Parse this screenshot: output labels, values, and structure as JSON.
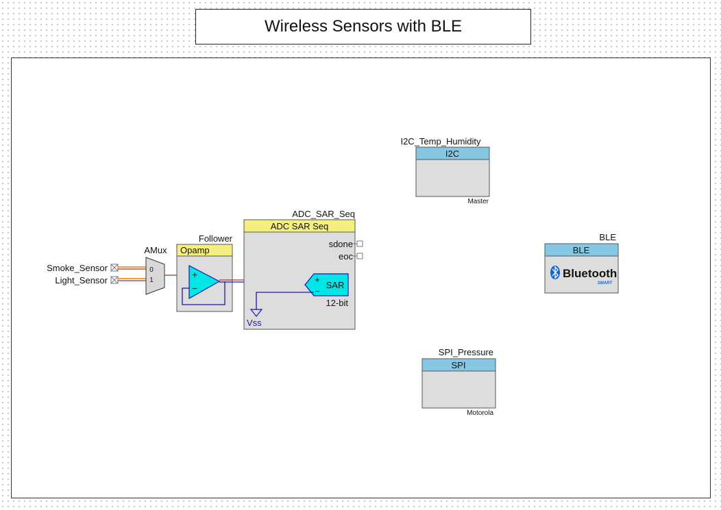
{
  "title": "Wireless Sensors with BLE",
  "pins": {
    "smoke": "Smoke_Sensor",
    "light": "Light_Sensor"
  },
  "amux": {
    "name": "AMux",
    "in0": "0",
    "in1": "1"
  },
  "opamp": {
    "instance": "Follower",
    "type": "Opamp",
    "plus": "+",
    "minus": "−"
  },
  "adc": {
    "instance": "ADC_SAR_Seq",
    "type": "ADC SAR Seq",
    "sdone": "sdone",
    "eoc": "eoc",
    "sar": "SAR",
    "bits": "12-bit",
    "vss": "Vss",
    "plus": "+",
    "minus": "−"
  },
  "i2c": {
    "instance": "I2C_Temp_Humidity",
    "type": "I2C",
    "mode": "Master"
  },
  "ble": {
    "instance": "BLE",
    "type": "BLE",
    "logo_text": "Bluetooth",
    "logo_sub": "SMART"
  },
  "spi": {
    "instance": "SPI_Pressure",
    "type": "SPI",
    "mode": "Motorola"
  },
  "colors": {
    "header_yellow": "#f5f07e",
    "header_blue": "#86c8e4",
    "body_gray": "#dddddd",
    "cyan": "#00e5e5",
    "wire_red": "#a0303a",
    "wire_blue": "#1a1aa0",
    "wire_orange": "#f0a030"
  }
}
